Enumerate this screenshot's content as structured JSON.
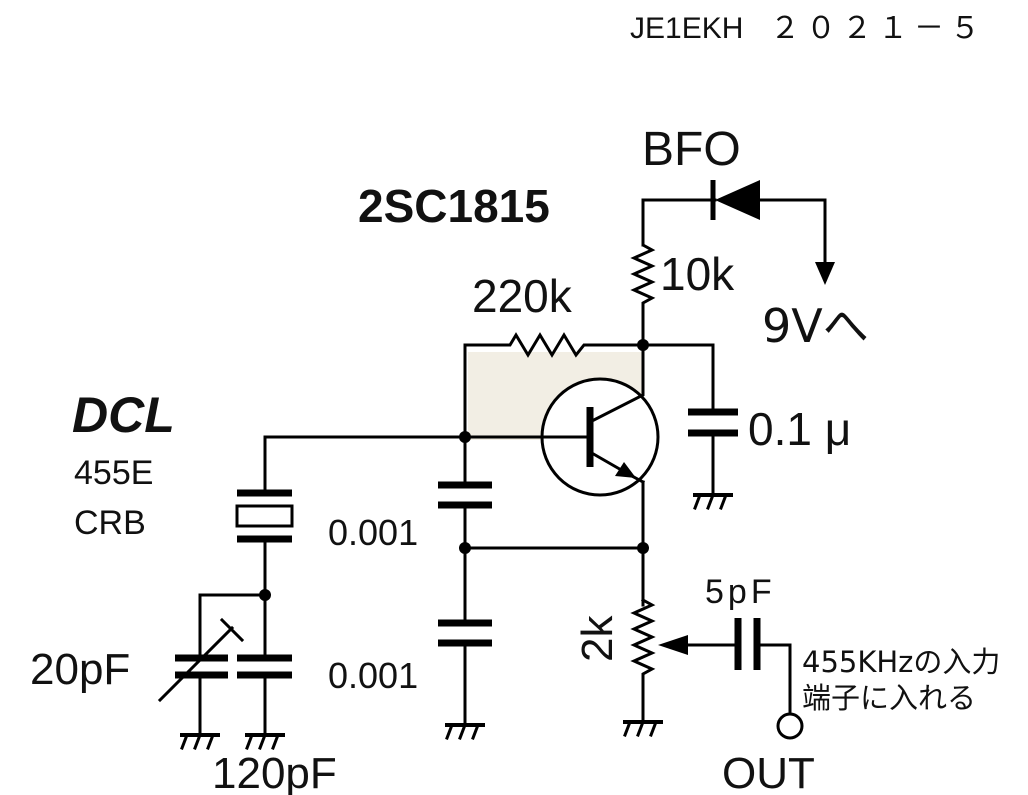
{
  "header": {
    "author": "JE1EKH",
    "date": "２０２１－５"
  },
  "labels": {
    "bfo": "BFO",
    "transistor": "2SC1815",
    "r_collector": "10k",
    "r_bias": "220k",
    "supply": "9Vへ",
    "c_bypass": "0.1 μ",
    "resonator_brand": "DCL",
    "resonator_model": "455E",
    "resonator_type": "CRB",
    "c_feedback_upper": "0.001",
    "c_feedback_lower": "0.001",
    "c_trimmer": "20pF",
    "c_fixed": "120pF",
    "pot": "2k",
    "c_output": "5pF",
    "note_line1": "455KHzの入力",
    "note_line2": "端子に入れる",
    "output": "OUT"
  },
  "colors": {
    "ink": "#000000",
    "paper": "#ffffff",
    "shade": "#f2eee4"
  }
}
